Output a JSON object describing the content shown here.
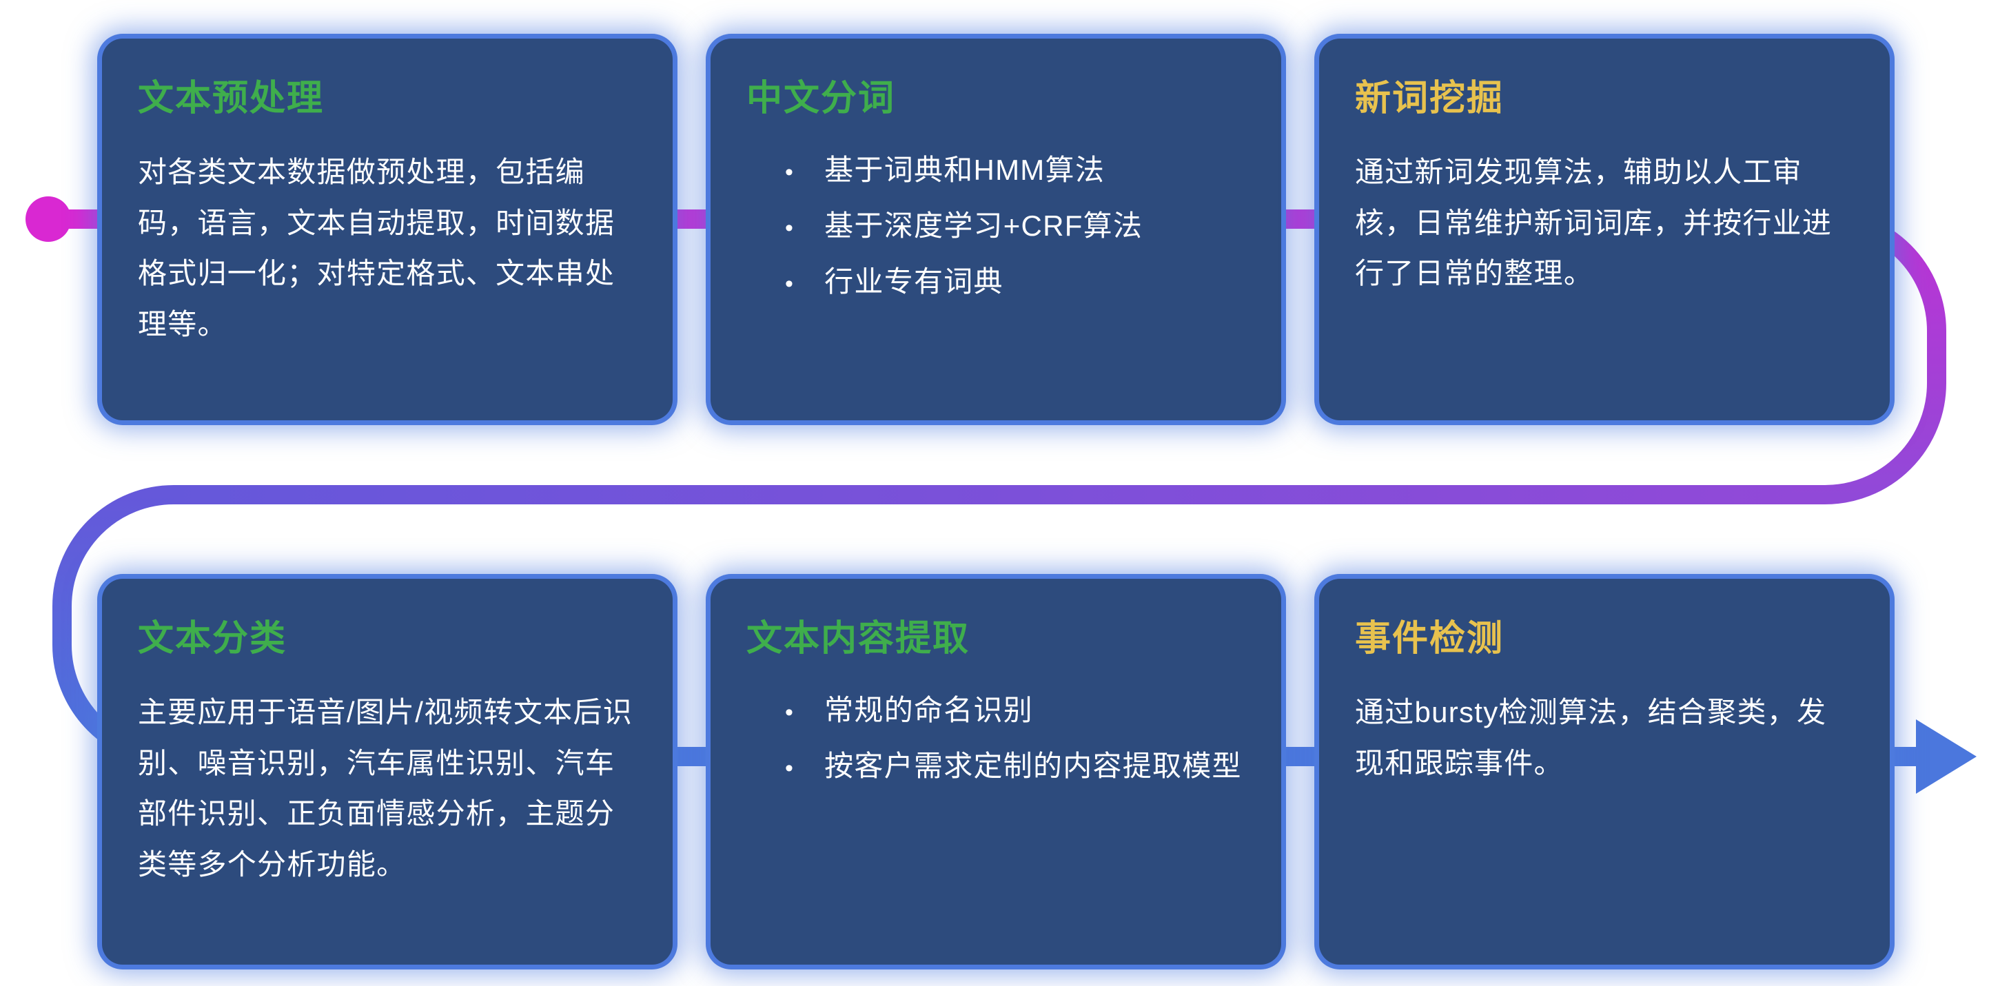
{
  "colors": {
    "card_bg": "#2d4b7d",
    "card_glow": "#4d7ade",
    "title_green": "#3fae4c",
    "title_yellow": "#e8c24e",
    "body_text": "#ffffff",
    "flow_magenta": "#d928d2",
    "flow_purple": "#9149d8",
    "flow_blue": "#4b77dd"
  },
  "bullet_char": "•",
  "cards": [
    {
      "title": "文本预处理",
      "title_color": "green",
      "body": "对各类文本数据做预处理，包括编码，语言，文本自动提取，时间数据格式归一化；对特定格式、文本串处理等。"
    },
    {
      "title": "中文分词",
      "title_color": "green",
      "bullets": [
        "基于词典和HMM算法",
        "基于深度学习+CRF算法",
        "行业专有词典"
      ]
    },
    {
      "title": "新词挖掘",
      "title_color": "yellow",
      "body": "通过新词发现算法，辅助以人工审核，日常维护新词词库，并按行业进行了日常的整理。"
    },
    {
      "title": "文本分类",
      "title_color": "green",
      "body": "主要应用于语音/图片/视频转文本后识别、噪音识别，汽车属性识别、汽车部件识别、正负面情感分析，主题分类等多个分析功能。"
    },
    {
      "title": "文本内容提取",
      "title_color": "green",
      "bullets": [
        "常规的命名识别",
        "按客户需求定制的内容提取模型"
      ]
    },
    {
      "title": "事件检测",
      "title_color": "yellow",
      "body": "通过bursty检测算法，结合聚类，发现和跟踪事件。"
    }
  ]
}
